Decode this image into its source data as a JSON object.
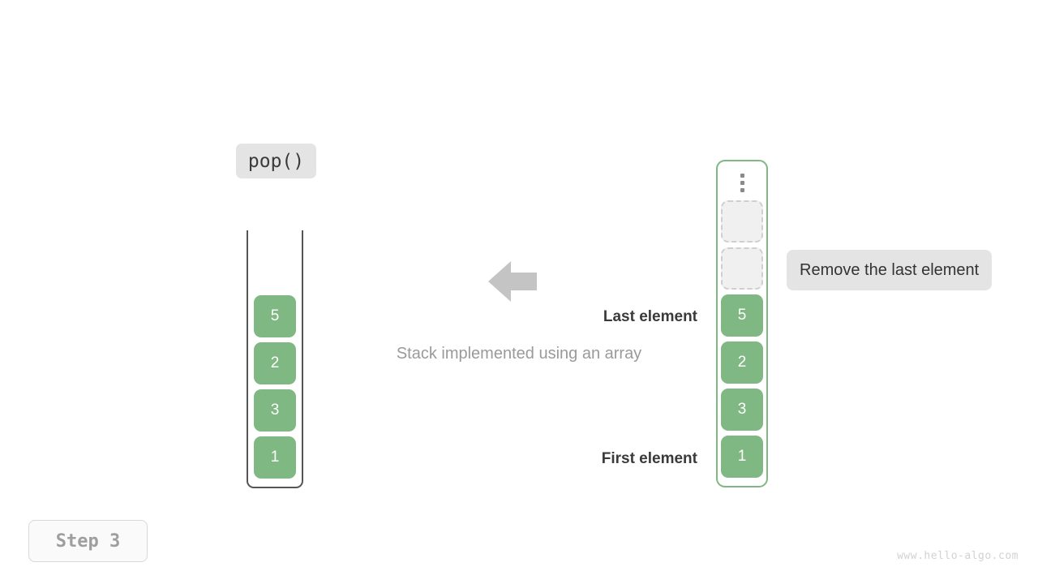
{
  "page": {
    "background": "#ffffff",
    "accent_green": "#7fb882",
    "muted_gray": "#9a9a9a",
    "pill_gray": "#e4e4e4"
  },
  "operation": {
    "label": "pop()"
  },
  "array_view": {
    "caption": "Stack implemented using an array",
    "cells": [
      {
        "value": "5",
        "state": "filled"
      },
      {
        "value": "2",
        "state": "filled"
      },
      {
        "value": "3",
        "state": "filled"
      },
      {
        "value": "1",
        "state": "filled"
      }
    ]
  },
  "arrow": {
    "direction": "left",
    "icon": "arrow-left-icon",
    "color": "#c4c4c4"
  },
  "stack_view": {
    "ellipsis_icon": "vertical-ellipsis-icon",
    "slots": [
      {
        "value": "",
        "state": "empty"
      },
      {
        "value": "",
        "state": "empty"
      },
      {
        "value": "5",
        "state": "filled"
      },
      {
        "value": "2",
        "state": "filled"
      },
      {
        "value": "3",
        "state": "filled"
      },
      {
        "value": "1",
        "state": "filled"
      }
    ],
    "labels": {
      "last_element": "Last element",
      "first_element": "First element"
    },
    "note": "Remove the last element"
  },
  "footer": {
    "step": "Step 3",
    "watermark": "www.hello-algo.com"
  }
}
